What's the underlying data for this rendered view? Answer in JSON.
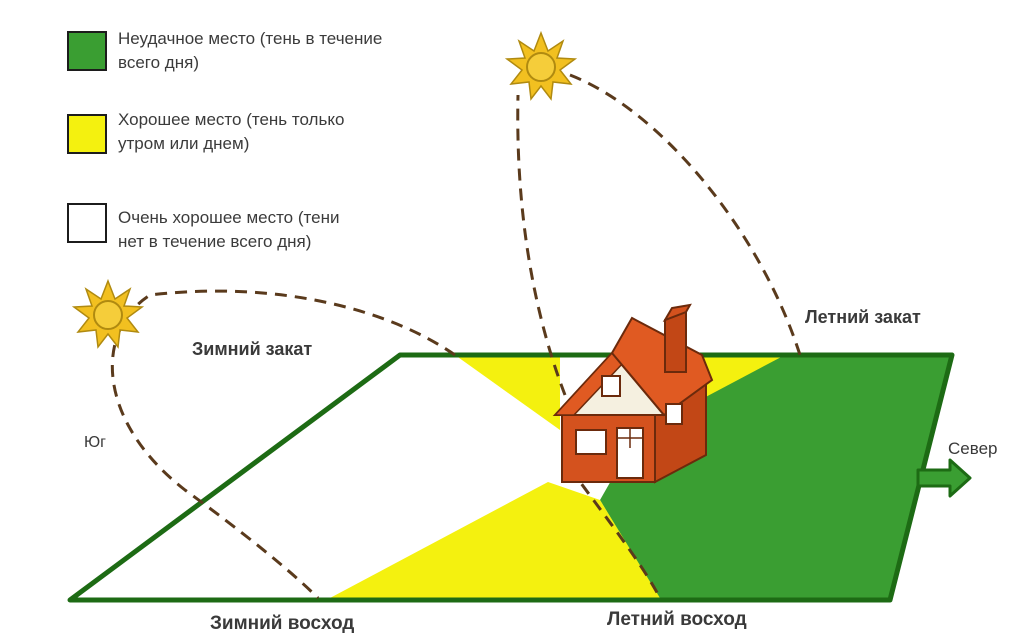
{
  "legend": [
    {
      "line1": "Неудачное место (тень в течение",
      "line2": "всего дня)",
      "color": "#3a9e32"
    },
    {
      "line1": "Хорошее место (тень только",
      "line2": "утром или днем)",
      "color": "#f4f10f"
    },
    {
      "line1": "Очень хорошее место (тени",
      "line2": "нет в течение всего дня)",
      "color": "#ffffff"
    }
  ],
  "labels": {
    "winter_sunset": "Зимний закат",
    "summer_sunset": "Летний закат",
    "south": "Юг",
    "north": "Север",
    "winter_sunrise": "Зимний восход",
    "summer_sunrise": "Летний восход"
  },
  "colors": {
    "bad_zone": "#3a9e32",
    "good_zone": "#f4f10f",
    "best_zone": "#ffffff",
    "outline": "#1d6b14",
    "sun": "#f2c020",
    "sun_path": "#5a3a1c",
    "brick": "#d4521e",
    "roof": "#e05a22"
  },
  "icons": {
    "sun": "sun-icon",
    "house": "house-icon",
    "arrow": "north-arrow-icon"
  }
}
